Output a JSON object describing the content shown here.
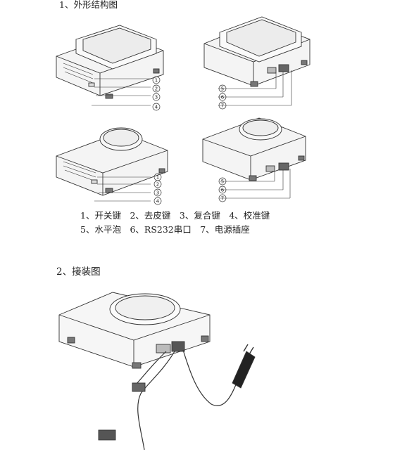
{
  "section1": {
    "heading": "1、外形结构图"
  },
  "callouts": [
    "①",
    "②",
    "③",
    "④",
    "⑤",
    "⑥",
    "⑦"
  ],
  "legend": {
    "line1": "1、开关键　2、去皮键　3、复合键　4、校准键",
    "line2": "5、水平泡　6、RS232串口　7、电源插座"
  },
  "section2": {
    "heading": "2、接装图"
  }
}
